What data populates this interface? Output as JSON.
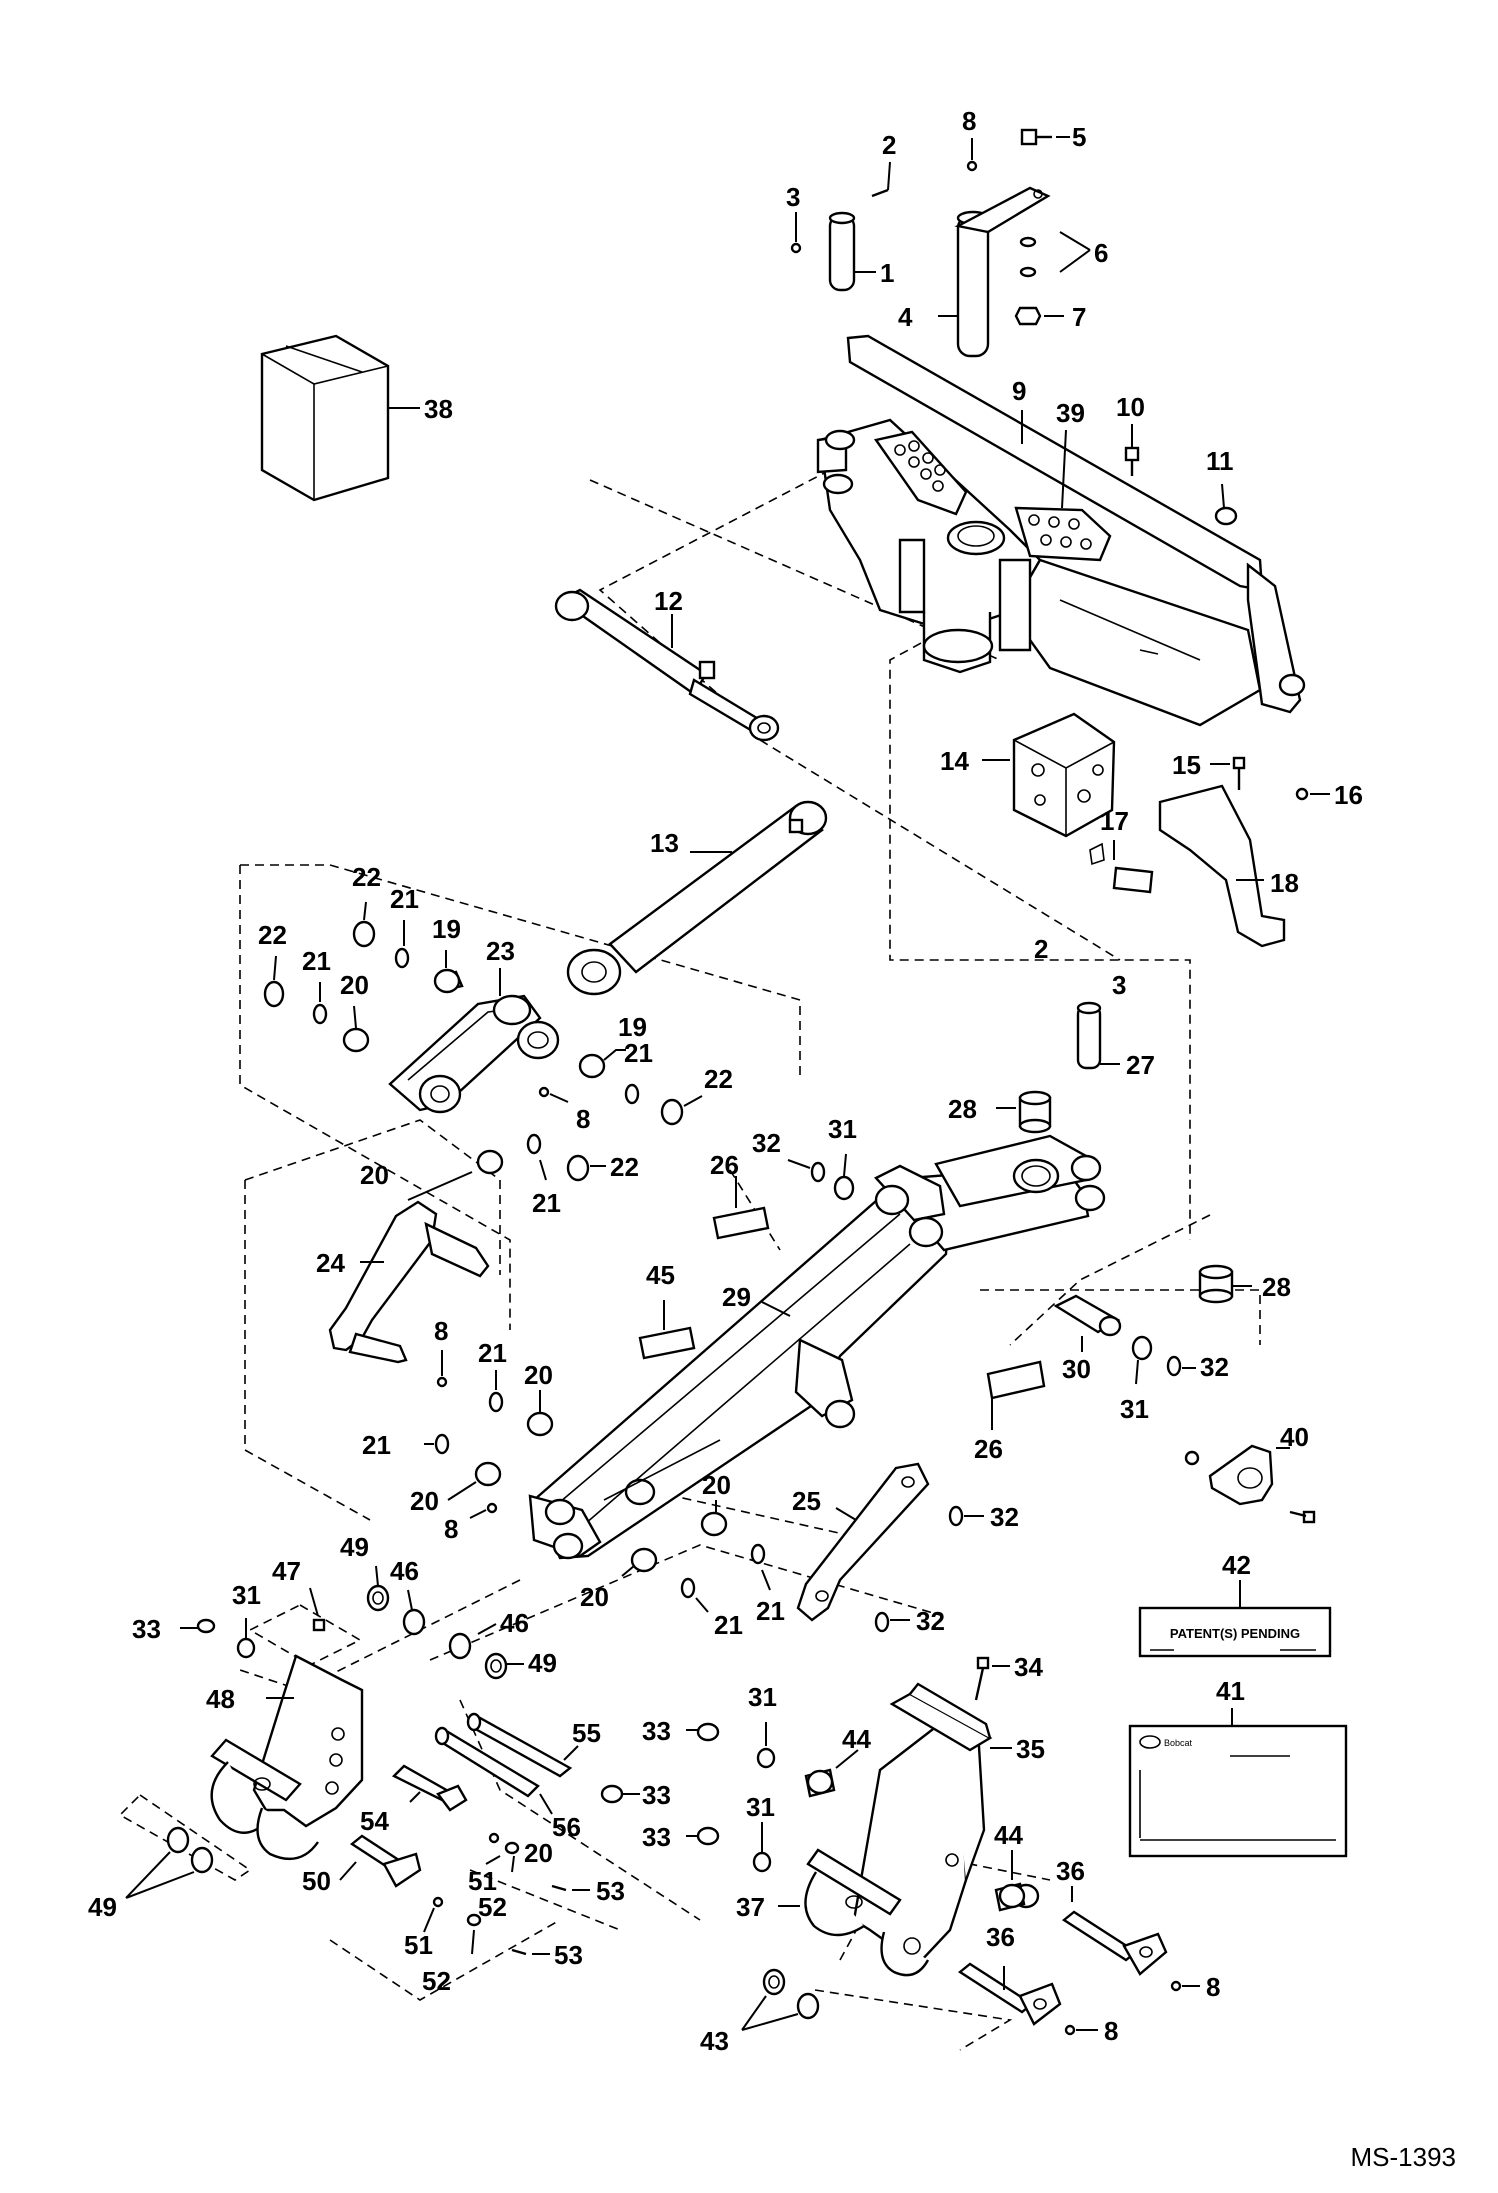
{
  "drawing_id": "MS-1393",
  "decal_patent_text": "PATENT(S) PENDING",
  "decal_brand_text": "Bobcat",
  "callouts": {
    "c1": "1",
    "c2": "2",
    "c3": "3",
    "c4": "4",
    "c5": "5",
    "c6": "6",
    "c7": "7",
    "c8": "8",
    "c9": "9",
    "c10": "10",
    "c11": "11",
    "c12": "12",
    "c13": "13",
    "c14": "14",
    "c15": "15",
    "c16": "16",
    "c17": "17",
    "c18": "18",
    "c19": "19",
    "c20": "20",
    "c21": "21",
    "c22": "22",
    "c23": "23",
    "c24": "24",
    "c25": "25",
    "c26": "26",
    "c27": "27",
    "c28": "28",
    "c29": "29",
    "c30": "30",
    "c31": "31",
    "c32": "32",
    "c33": "33",
    "c34": "34",
    "c35": "35",
    "c36": "36",
    "c37": "37",
    "c38": "38",
    "c39": "39",
    "c40": "40",
    "c41": "41",
    "c42": "42",
    "c43": "43",
    "c44": "44",
    "c45": "45",
    "c46": "46",
    "c47": "47",
    "c48": "48",
    "c49": "49",
    "c50": "50",
    "c51": "51",
    "c52": "52",
    "c53": "53",
    "c54": "54",
    "c55": "55",
    "c56": "56"
  }
}
